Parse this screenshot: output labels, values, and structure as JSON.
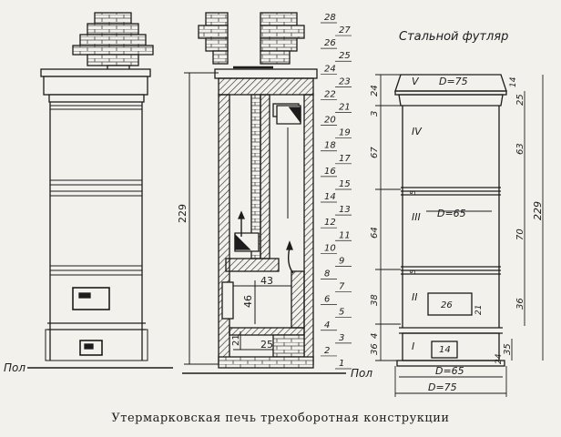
{
  "caption": "Утермарковская печь трехоборотная конструкции",
  "floor_label": "Пол",
  "jacket_title": "Стальной футляр",
  "section": {
    "height_dim": "229",
    "flue_width": "43",
    "fire_height": "46",
    "ash_height": "21",
    "ash_width": "25",
    "row_numbers": [
      "28",
      "27",
      "26",
      "25",
      "24",
      "23",
      "22",
      "21",
      "20",
      "19",
      "18",
      "17",
      "16",
      "15",
      "14",
      "13",
      "12",
      "11",
      "10",
      "9",
      "8",
      "7",
      "6",
      "5",
      "4",
      "3",
      "2",
      "1"
    ]
  },
  "jacket": {
    "roman": [
      "V",
      "IV",
      "III",
      "II",
      "I"
    ],
    "top_diameter": "D=75",
    "mid_diameter": "D=65",
    "bottom_inner": "D=65",
    "bottom_outer": "D=75",
    "left_dims": [
      "24",
      "3",
      "67",
      "64",
      "38",
      "4",
      "36"
    ],
    "right_inner_dims": [
      "25",
      "63",
      "70",
      "36",
      "35"
    ],
    "right_total": "229",
    "cap_dim": "14",
    "door_upper_w": "26",
    "door_upper_h": "21",
    "door_lower_w": "14",
    "door_lower_h": "24",
    "band_dim": "5"
  }
}
